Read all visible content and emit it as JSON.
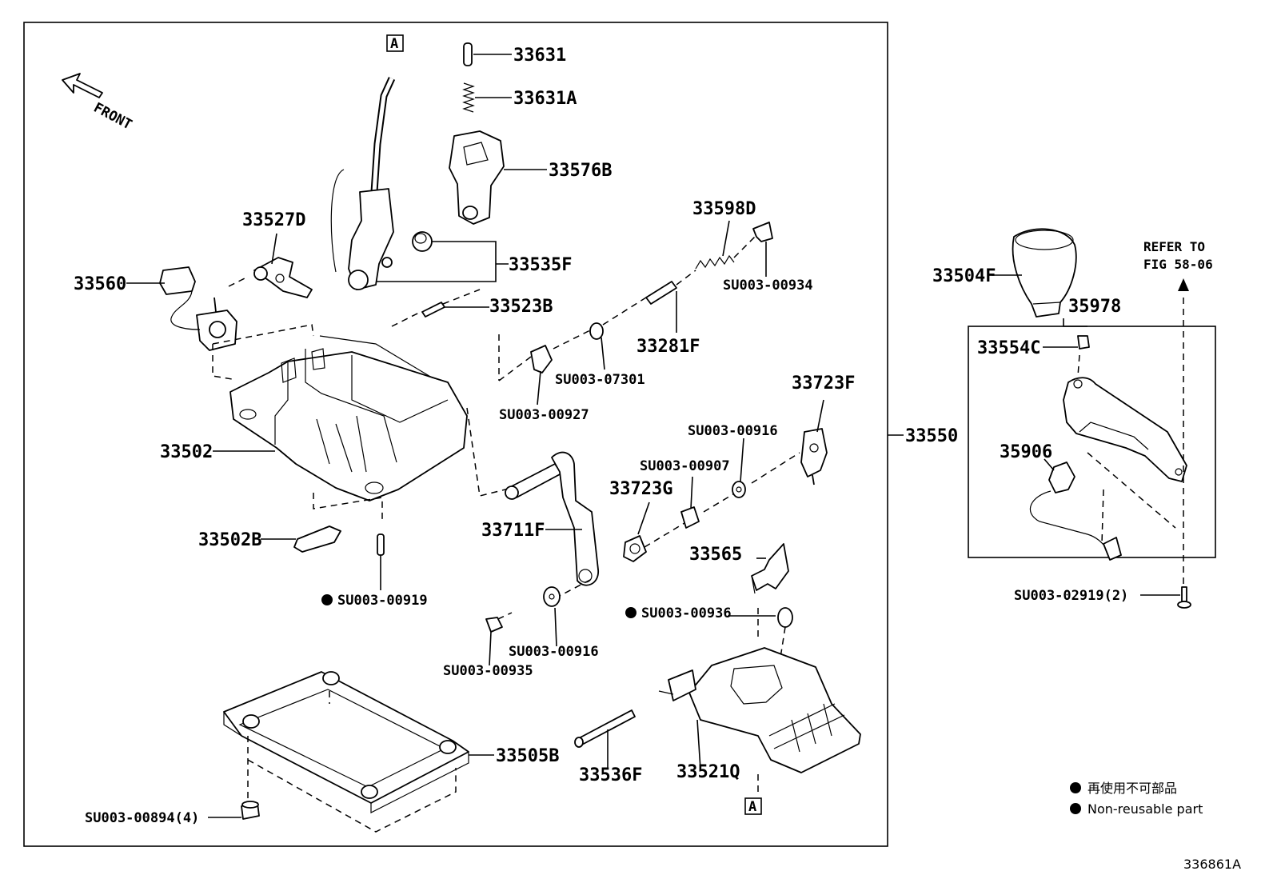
{
  "labels": {
    "p33631": "33631",
    "p33631A": "33631A",
    "p33576B": "33576B",
    "p33527D": "33527D",
    "p33560": "33560",
    "p33535F": "33535F",
    "p33523B": "33523B",
    "p33598D": "33598D",
    "su00934": "SU003-00934",
    "p33281F": "33281F",
    "su07301": "SU003-07301",
    "su00927": "SU003-00927",
    "p33502": "33502",
    "p33723F": "33723F",
    "su00916a": "SU003-00916",
    "su00907": "SU003-00907",
    "p33723G": "33723G",
    "p33711F": "33711F",
    "p33565": "33565",
    "p33502B": "33502B",
    "su00919": "SU003-00919",
    "su00936": "SU003-00936",
    "su00916b": "SU003-00916",
    "su00935": "SU003-00935",
    "p33505B": "33505B",
    "p33536F": "33536F",
    "p33521Q": "33521Q",
    "su00894": "SU003-00894(4)",
    "p33550": "33550",
    "p33504F": "33504F",
    "refer1": "REFER TO",
    "refer2": "FIG 58-06",
    "p35978": "35978",
    "p33554C": "33554C",
    "p35906": "35906",
    "su02919": "SU003-02919(2)",
    "front": "FRONT",
    "markA": "A"
  },
  "legend": {
    "line1": "再使用不可部品",
    "line2": "Non-reusable part"
  },
  "figure_id": "336861A"
}
